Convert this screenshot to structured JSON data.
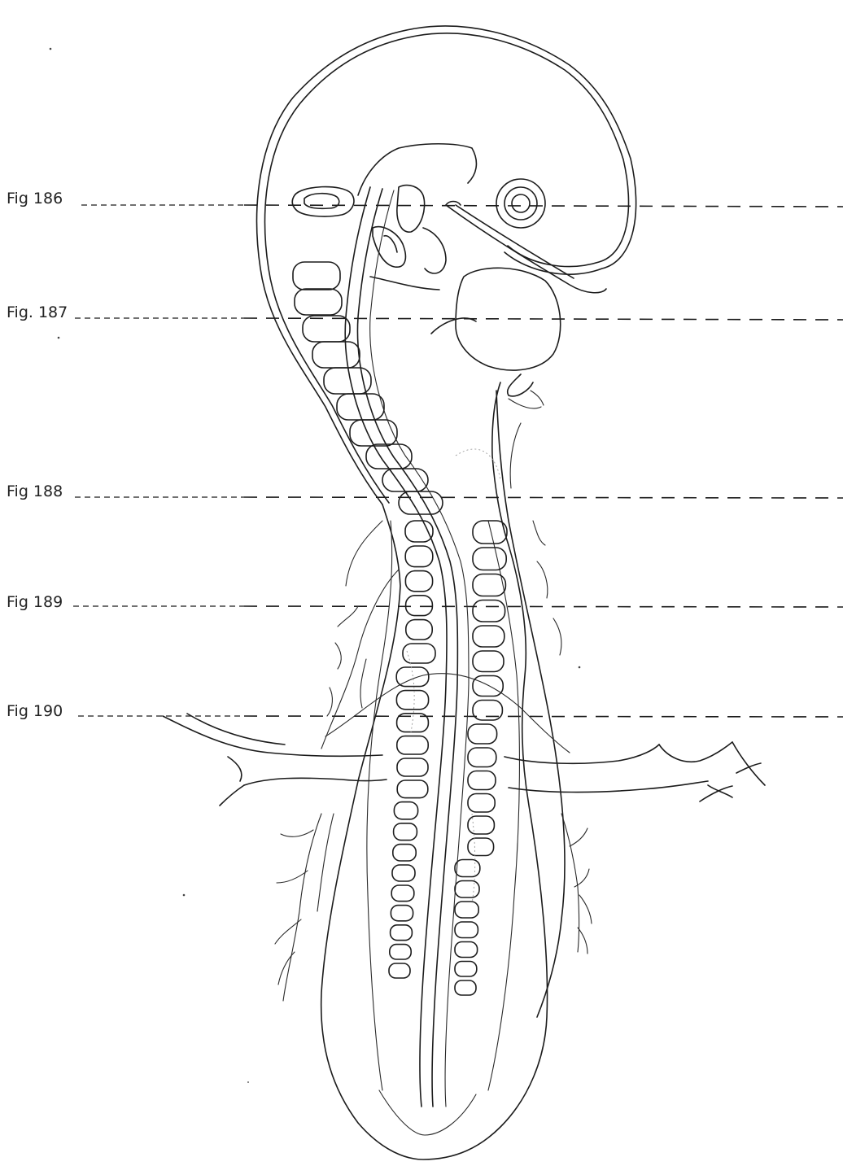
{
  "figure": {
    "section_lines": [
      {
        "label": "Fig 186"
      },
      {
        "label": "Fig. 187"
      },
      {
        "label": "Fig 188"
      },
      {
        "label": "Fig 189"
      },
      {
        "label": "Fig 190"
      }
    ]
  }
}
